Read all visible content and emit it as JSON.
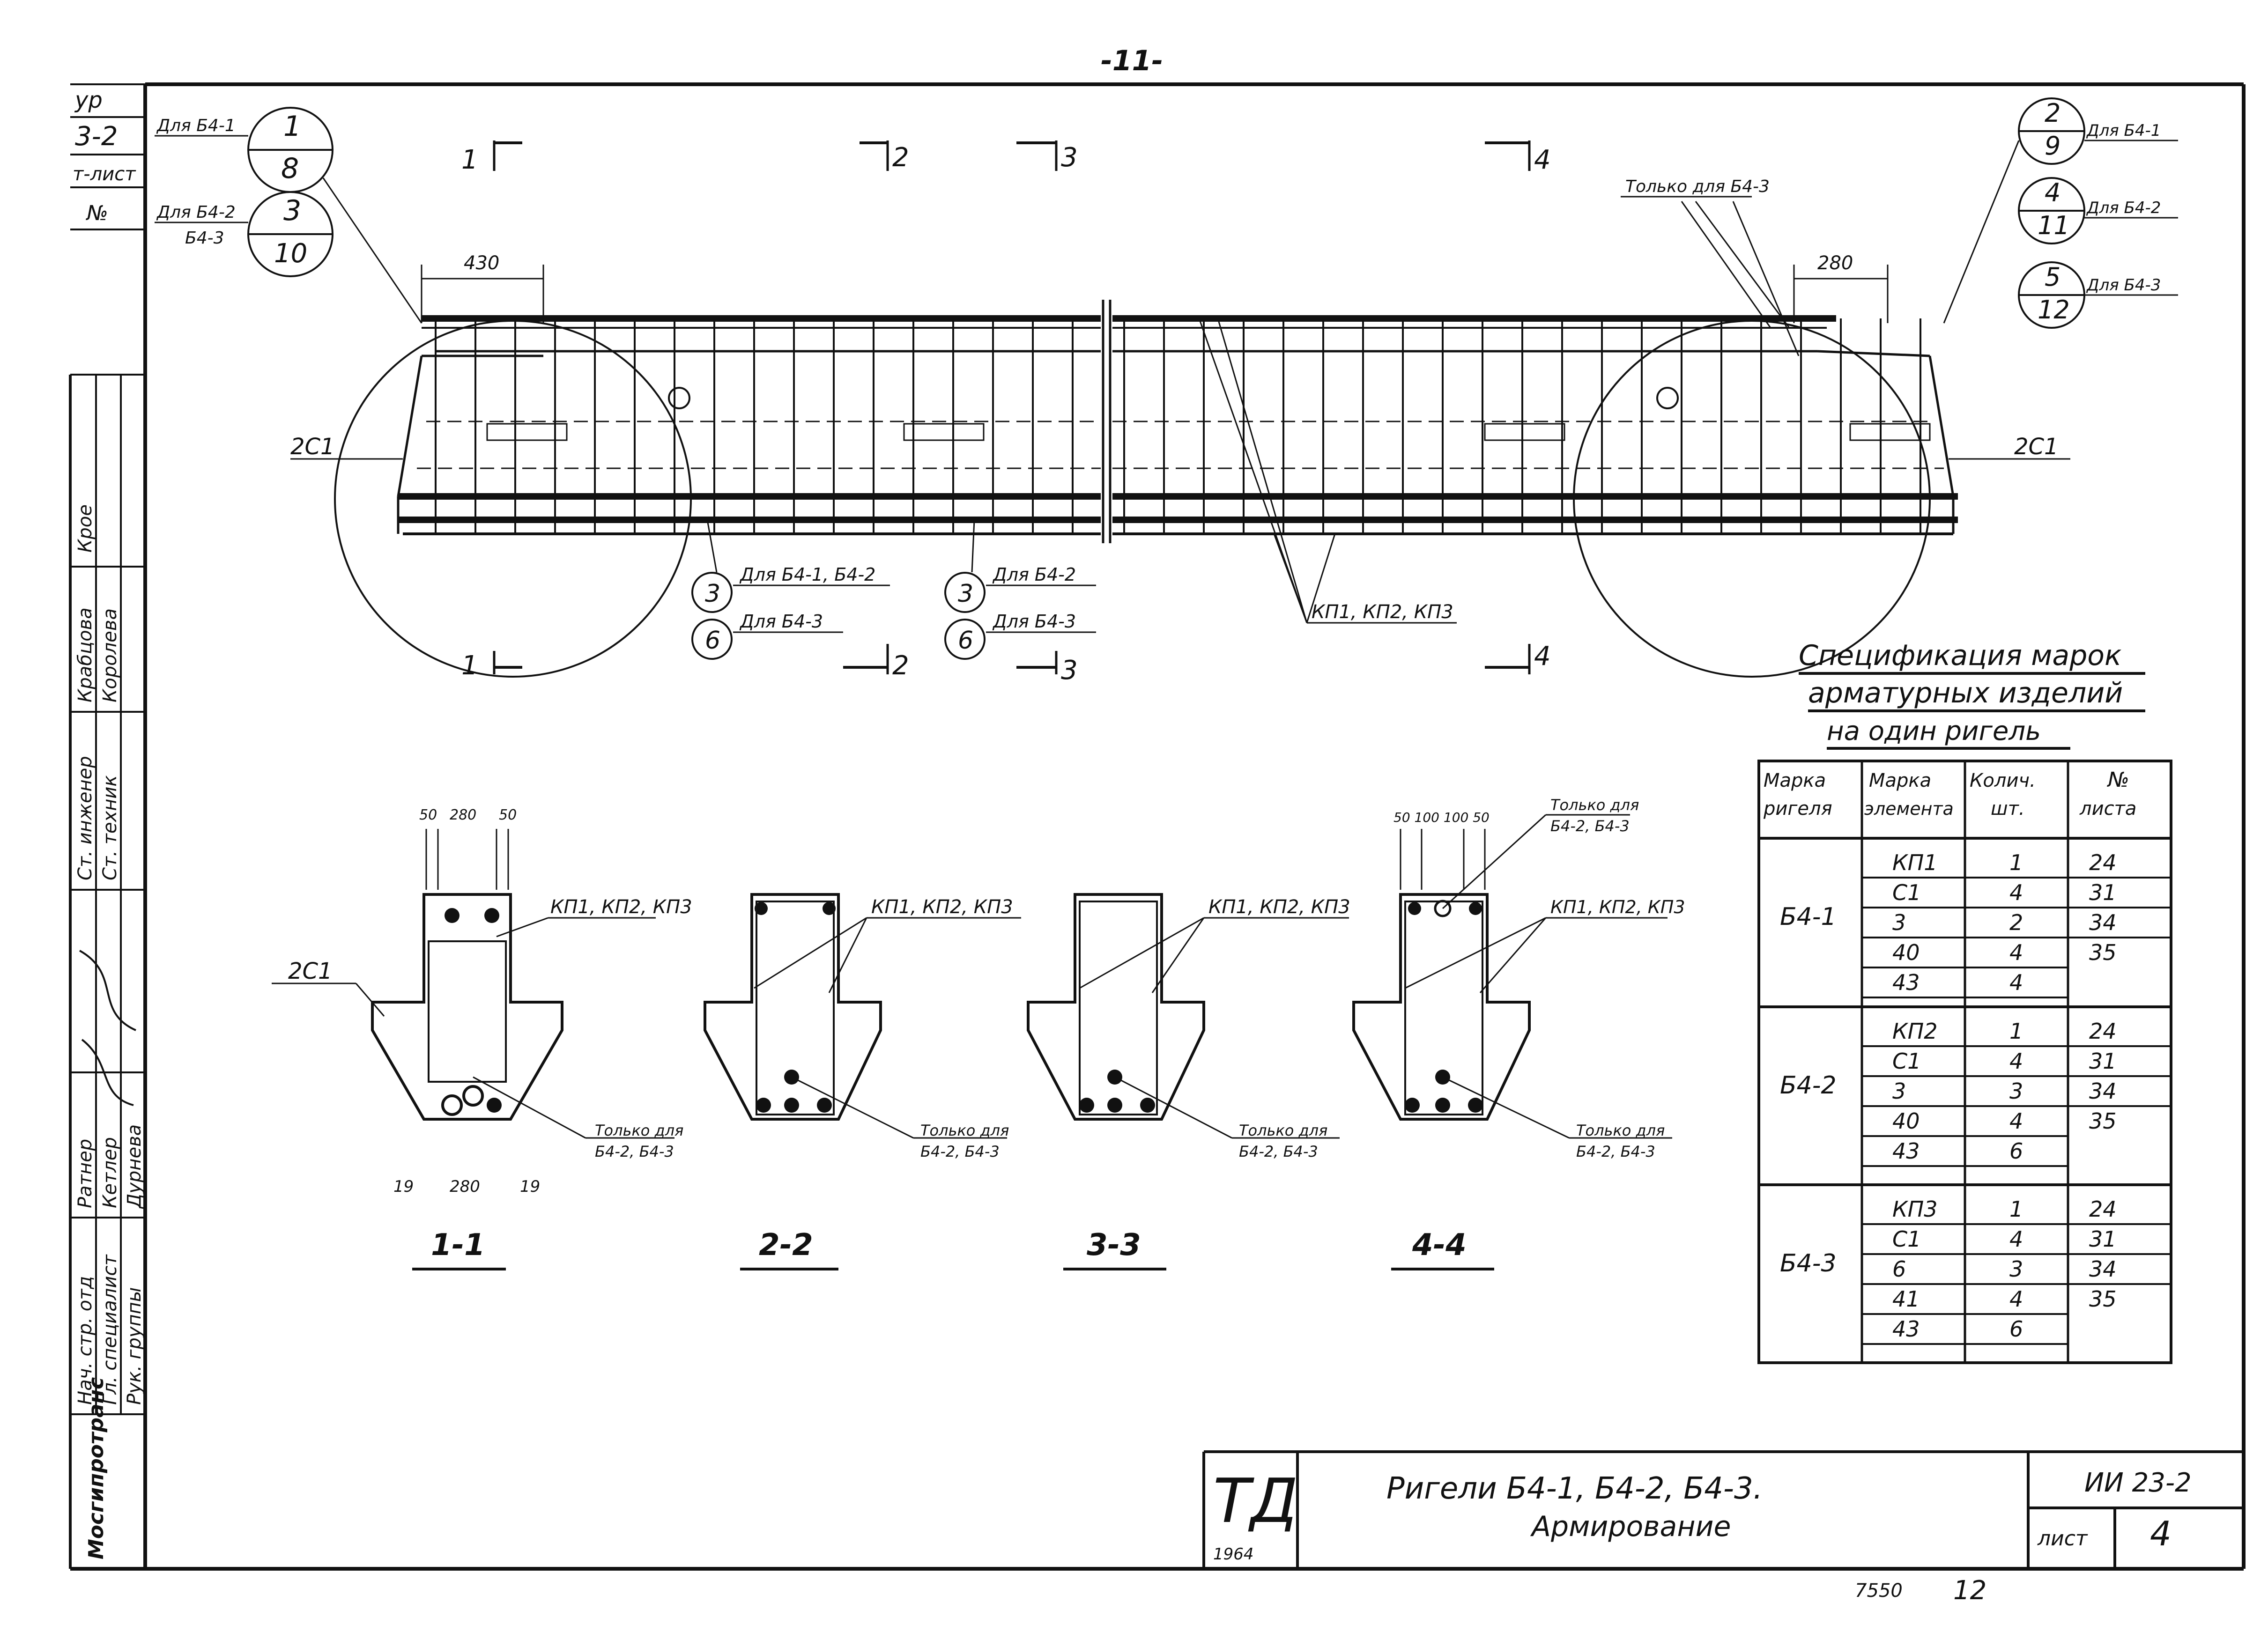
{
  "page_number": "-11-",
  "stamp": {
    "frag1": "ур",
    "frag2": "3-2",
    "frag3": "т-лист",
    "frag4": "№",
    "role1": "Нач. стр. отд",
    "role2": "Гл. специалист",
    "role3": "Рук. группы",
    "role4": "Ст. инженер",
    "role5": "Ст. техник",
    "name1": "Ратнер",
    "name2": "Кетлер",
    "name3": "Дурнева",
    "name4": "Крабцова",
    "name5": "Королева",
    "name6": "Крое",
    "org": "Мосгипротранс"
  },
  "callouts": {
    "left_top_label": "Для Б4-1",
    "left_top_num": "1",
    "left_top_den": "8",
    "left_bot_label1": "Для Б4-2",
    "left_bot_label2": "Б4-3",
    "left_bot_num": "3",
    "left_bot_den": "10",
    "right1_num": "2",
    "right1_den": "9",
    "right1_label": "Для Б4-1",
    "right2_num": "4",
    "right2_den": "11",
    "right2_label": "Для Б4-2",
    "right3_num": "5",
    "right3_den": "12",
    "right3_label": "Для Б4-3",
    "only_b43": "Только для Б4-3",
    "bot_a3": "3",
    "bot_a3_label": "Для Б4-1, Б4-2",
    "bot_a6": "6",
    "bot_a6_label": "Для Б4-3",
    "bot_b3": "3",
    "bot_b3_label": "Для Б4-2",
    "bot_b6": "6",
    "bot_b6_label": "Для Б4-3",
    "kp_label": "КП1, КП2, КП3",
    "c1_left": "2С1",
    "c1_right": "2С1",
    "dim_430": "430",
    "dim_280": "280"
  },
  "section_marks": {
    "m1t": "1",
    "m2t": "2",
    "m3t": "3",
    "m4t": "4",
    "m1b": "1",
    "m2b": "2",
    "m3b": "3",
    "m4b": "4"
  },
  "sections": {
    "s1": {
      "title": "1-1",
      "kp": "КП1, КП2, КП3",
      "c1": "2С1",
      "only": "Только для",
      "only2": "Б4-2, Б4-3",
      "d50a": "50",
      "d280t": "280",
      "d50b": "50",
      "d19a": "19",
      "d280b": "280",
      "d19b": "19"
    },
    "s2": {
      "title": "2-2",
      "kp": "КП1, КП2, КП3",
      "only": "Только для",
      "only2": "Б4-2, Б4-3"
    },
    "s3": {
      "title": "3-3",
      "kp": "КП1, КП2, КП3",
      "only": "Только для",
      "only2": "Б4-2, Б4-3"
    },
    "s4": {
      "title": "4-4",
      "kp": "КП1, КП2, КП3",
      "only": "Только для",
      "only2": "Б4-2, Б4-3",
      "top_only": "Только для",
      "top_only2": "Б4-2, Б4-3",
      "dims": "50 100 100 50"
    }
  },
  "spec": {
    "title1": "Спецификация марок",
    "title2": "арматурных изделий",
    "title3": "на один ригель",
    "headers": [
      "Марка ригеля",
      "Марка элемента",
      "Колич. шт.",
      "№ листа"
    ],
    "h1a": "Марка",
    "h1b": "ригеля",
    "h2a": "Марка",
    "h2b": "элемента",
    "h3a": "Колич.",
    "h3b": "шт.",
    "h4a": "№",
    "h4b": "листа",
    "groups": [
      {
        "mark": "Б4-1",
        "rows": [
          [
            "КП1",
            "1",
            "24"
          ],
          [
            "С1",
            "4",
            "31"
          ],
          [
            "3",
            "2",
            "34"
          ],
          [
            "40",
            "4",
            "35"
          ],
          [
            "43",
            "4",
            ""
          ]
        ]
      },
      {
        "mark": "Б4-2",
        "rows": [
          [
            "КП2",
            "1",
            "24"
          ],
          [
            "С1",
            "4",
            "31"
          ],
          [
            "3",
            "3",
            "34"
          ],
          [
            "40",
            "4",
            "35"
          ],
          [
            "43",
            "6",
            ""
          ]
        ]
      },
      {
        "mark": "Б4-3",
        "rows": [
          [
            "КП3",
            "1",
            "24"
          ],
          [
            "С1",
            "4",
            "31"
          ],
          [
            "6",
            "3",
            "34"
          ],
          [
            "41",
            "4",
            "35"
          ],
          [
            "43",
            "6",
            ""
          ]
        ]
      }
    ]
  },
  "title_block": {
    "logo": "ТД",
    "year": "1964",
    "title1": "Ригели Б4-1, Б4-2, Б4-3.",
    "title2": "Армирование",
    "code": "ИИ 23-2",
    "sheet_label": "лист",
    "sheet_num": "4"
  },
  "footer": {
    "n1": "7550",
    "n2": "12"
  }
}
